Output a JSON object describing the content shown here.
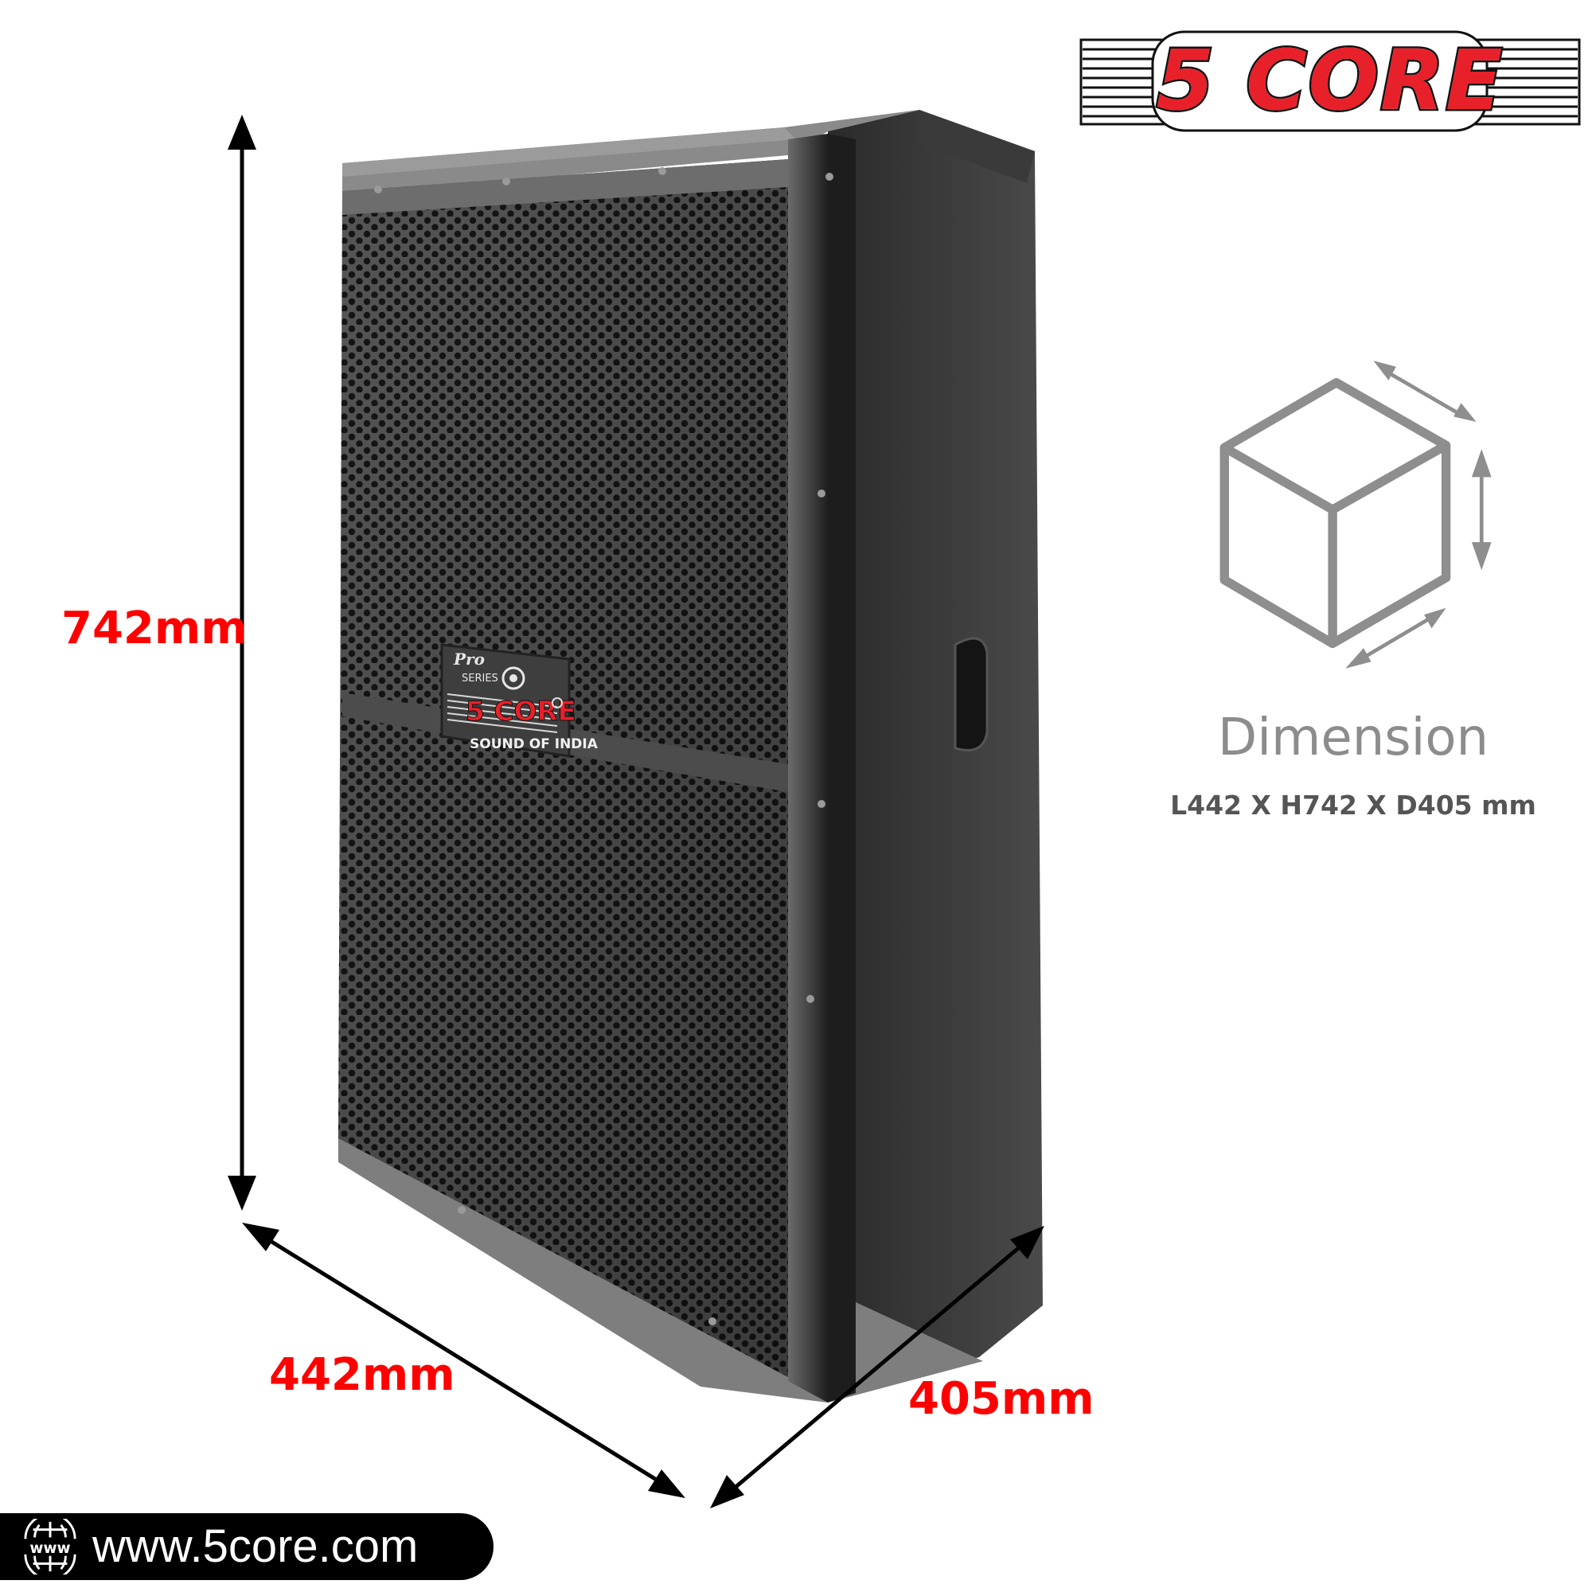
{
  "brand": {
    "logo_text": "5 CORE",
    "logo_color": "#e8202a"
  },
  "product": {
    "badge": {
      "series": "Pro SERIES",
      "brand": "5 CORE",
      "tagline": "SOUND OF INDIA"
    }
  },
  "dimensions": {
    "height_label": "742mm",
    "length_label": "442mm",
    "depth_label": "405mm",
    "label_color": "#ff0000",
    "title": "Dimension",
    "spec": "L442 X H742 X D405 mm",
    "icon": "cube-dimension-icon"
  },
  "footer": {
    "website": "www.5core.com",
    "icon": "globe-www-icon"
  }
}
